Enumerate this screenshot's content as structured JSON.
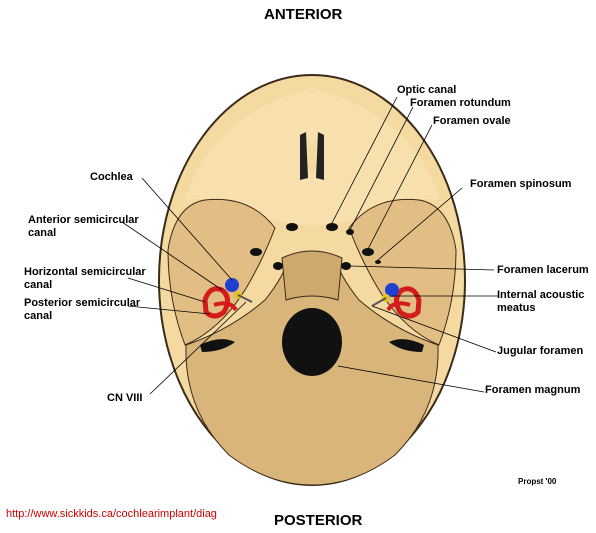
{
  "orientation": {
    "top": "ANTERIOR",
    "bottom": "POSTERIOR"
  },
  "labels": {
    "optic_canal": "Optic canal",
    "foramen_rotundum": "Foramen rotundum",
    "foramen_ovale": "Foramen ovale",
    "foramen_spinosum": "Foramen spinosum",
    "foramen_lacerum": "Foramen lacerum",
    "internal_acoustic_meatus": "Internal acoustic\nmeatus",
    "jugular_foramen": "Jugular foramen",
    "foramen_magnum": "Foramen magnum",
    "cochlea": "Cochlea",
    "anterior_semicircular_canal": "Anterior semicircular\ncanal",
    "horizontal_semicircular_canal": "Horizontal semicircular\ncanal",
    "posterior_semicircular_canal": "Posterior semicircular\ncanal",
    "cn_viii": "CN VIII"
  },
  "credit": "Propst '00",
  "source_url": "http://www.sickkids.ca/cochlearimplant/diag",
  "colors": {
    "bone_light": "#f4d9a0",
    "bone_dark": "#d9b57a",
    "outline": "#3a2a1a",
    "canal_red": "#d41c1c",
    "cochlea_blue": "#1f3fd0",
    "nerve_yellow": "#e6c21f",
    "url_red": "#cc0000"
  }
}
